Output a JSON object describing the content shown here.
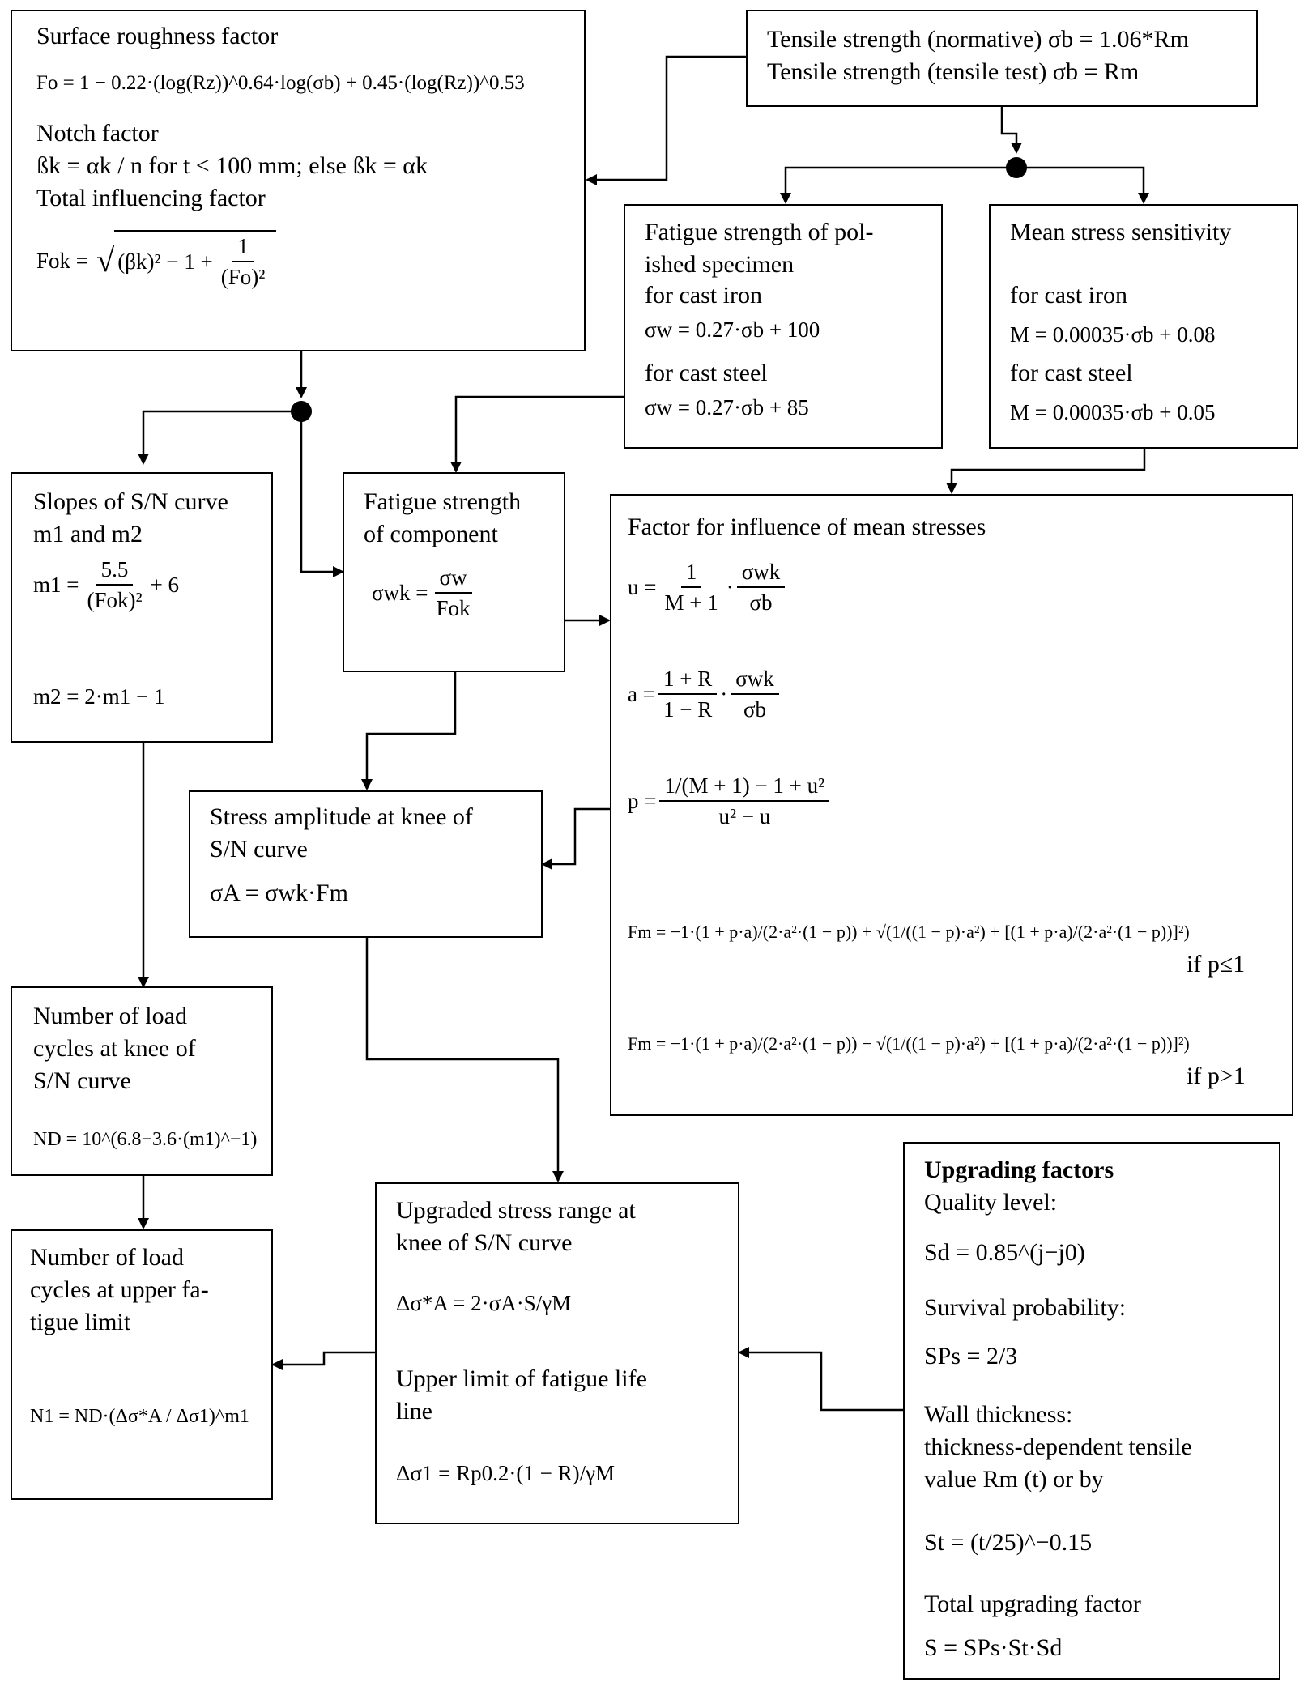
{
  "top_left": {
    "roughness_title": "Surface roughness factor",
    "roughness_formula": "Fo = 1 − 0.22·(log(Rz))^0.64·log(σb) + 0.45·(log(Rz))^0.53",
    "notch_title": "Notch factor",
    "notch_formula": "ßk = αk / n for t < 100 mm; else ßk = αk",
    "total_title": "Total influencing factor",
    "fok_lhs": "Fok =",
    "fok_radicand": "(βk)² − 1 +",
    "fok_num": "1",
    "fok_den": "(Fo)²"
  },
  "tensile": {
    "line1": "Tensile strength (normative) σb = 1.06*Rm",
    "line2": "Tensile strength (tensile test) σb = Rm"
  },
  "polished": {
    "title1": "Fatigue strength of pol-",
    "title2": "ished specimen",
    "cast_iron": "for cast iron",
    "eq_iron": "σw = 0.27·σb + 100",
    "cast_steel": "for cast steel",
    "eq_steel": "σw = 0.27·σb + 85"
  },
  "mean_sens": {
    "title": "Mean stress sensitivity",
    "cast_iron": "for cast iron",
    "eq_iron": "M = 0.00035·σb + 0.08",
    "cast_steel": "for cast steel",
    "eq_steel": "M = 0.00035·σb + 0.05"
  },
  "slopes": {
    "title1": "Slopes of S/N curve",
    "title2": "m1 and m2",
    "m1_lhs": "m1 =",
    "m1_num": "5.5",
    "m1_den": "(Fok)²",
    "m1_rest": "+ 6",
    "m2": "m2 = 2·m1 − 1"
  },
  "component": {
    "title1": "Fatigue strength",
    "title2": "of component",
    "lhs": "σwk =",
    "num": "σw",
    "den": "Fok"
  },
  "mean_factor": {
    "title": "Factor for influence of mean stresses",
    "u_lhs": "u =",
    "u_num1": "1",
    "u_den1": "M + 1",
    "u_num2": "σwk",
    "u_den2": "σb",
    "a_lhs": "a =",
    "a_num1": "1 + R",
    "a_den1": "1 − R",
    "a_num2": "σwk",
    "a_den2": "σb",
    "p_lhs": "p =",
    "p_num": "1/(M + 1) − 1 + u²",
    "p_den": "u² − u",
    "fm1": "Fm = −1·(1 + p·a)/(2·a²·(1 − p)) + √(1/((1 − p)·a²) + [(1 + p·a)/(2·a²·(1 − p))]²)",
    "fm1_cond": "if p≤1",
    "fm2": "Fm = −1·(1 + p·a)/(2·a²·(1 − p)) − √(1/((1 − p)·a²) + [(1 + p·a)/(2·a²·(1 − p))]²)",
    "fm2_cond": "if p>1"
  },
  "knee": {
    "title1": "Stress amplitude at knee of",
    "title2": "S/N curve",
    "eq": "σA = σwk·Fm"
  },
  "nd": {
    "title1": "Number of load",
    "title2": "cycles at knee of",
    "title3": "S/N curve",
    "eq": "ND = 10^(6.8−3.6·(m1)^−1)"
  },
  "n1": {
    "title1": "Number of load",
    "title2": "cycles at upper fa-",
    "title3": "tigue limit",
    "eq": "N1 = ND·(Δσ*A / Δσ1)^m1"
  },
  "upgraded": {
    "title1": "Upgraded stress range at",
    "title2": "knee of S/N curve",
    "eq1": "Δσ*A = 2·σA·S/γM",
    "title3": "Upper limit of fatigue life",
    "title4": "line",
    "eq2": "Δσ1 = Rp0.2·(1 − R)/γM"
  },
  "upgrading": {
    "title": "Upgrading factors",
    "quality": "Quality level:",
    "sd": "Sd = 0.85^(j−j0)",
    "survival": "Survival probability:",
    "sps": "SPs = 2/3",
    "wall1": "Wall thickness:",
    "wall2": "thickness-dependent tensile",
    "wall3": "value Rm (t) or by",
    "st": "St = (t/25)^−0.15",
    "total": "Total upgrading factor",
    "s": "S = SPs·St·Sd"
  }
}
